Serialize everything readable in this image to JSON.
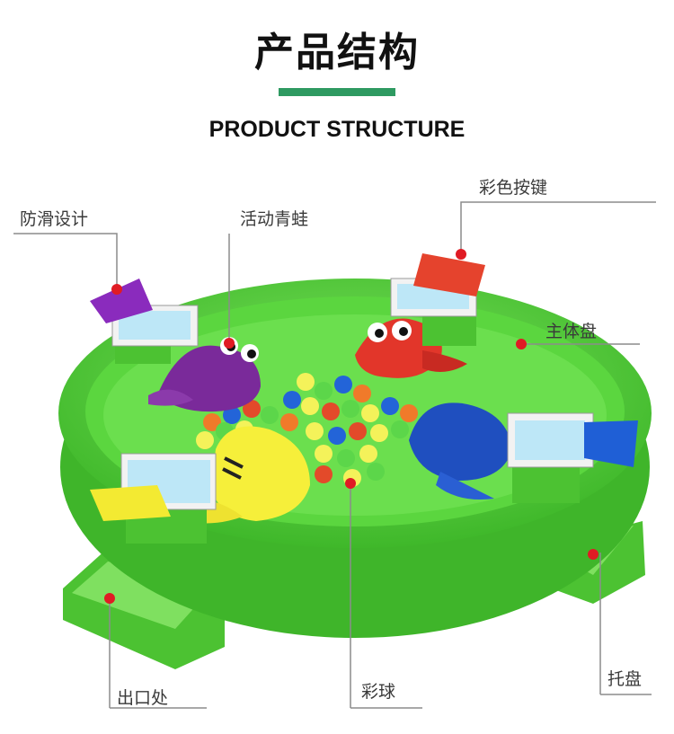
{
  "header": {
    "title": "产品结构",
    "subtitle": "PRODUCT STRUCTURE"
  },
  "callouts": {
    "anti_slip": "防滑设计",
    "active_frog": "活动青蛙",
    "color_button": "彩色按键",
    "main_tray": "主体盘",
    "outlet": "出口处",
    "balls": "彩球",
    "tray": "托盘"
  },
  "colors": {
    "accent": "#2e9a61",
    "tray_green": "#55d13b",
    "marker_red": "#e01b24",
    "leader_gray": "#8c8c8c"
  }
}
